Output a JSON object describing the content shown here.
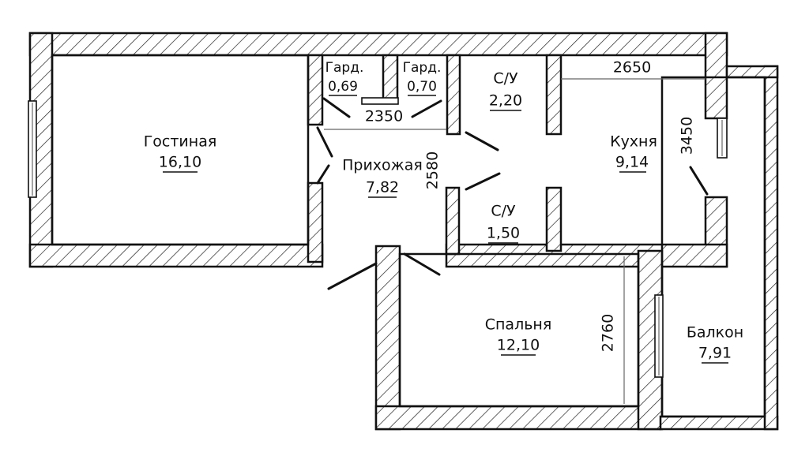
{
  "rooms": {
    "living": {
      "name": "Гостиная",
      "area": "16,10"
    },
    "hall": {
      "name": "Прихожая",
      "area": "7,82"
    },
    "wardrobe1": {
      "name": "Гард.",
      "area": "0,69"
    },
    "wardrobe2": {
      "name": "Гард.",
      "area": "0,70"
    },
    "bath1": {
      "name": "С/У",
      "area": "2,20"
    },
    "bath2": {
      "name": "С/У",
      "area": "1,50"
    },
    "kitchen": {
      "name": "Кухня",
      "area": "9,14"
    },
    "bedroom": {
      "name": "Спальня",
      "area": "12,10"
    },
    "balcony": {
      "name": "Балкон",
      "area": "7,91"
    }
  },
  "dimensions": {
    "hall_width": "2350",
    "hall_depth": "2580",
    "kitchen_width": "2650",
    "kitchen_depth": "3450",
    "bedroom_depth": "2760"
  }
}
